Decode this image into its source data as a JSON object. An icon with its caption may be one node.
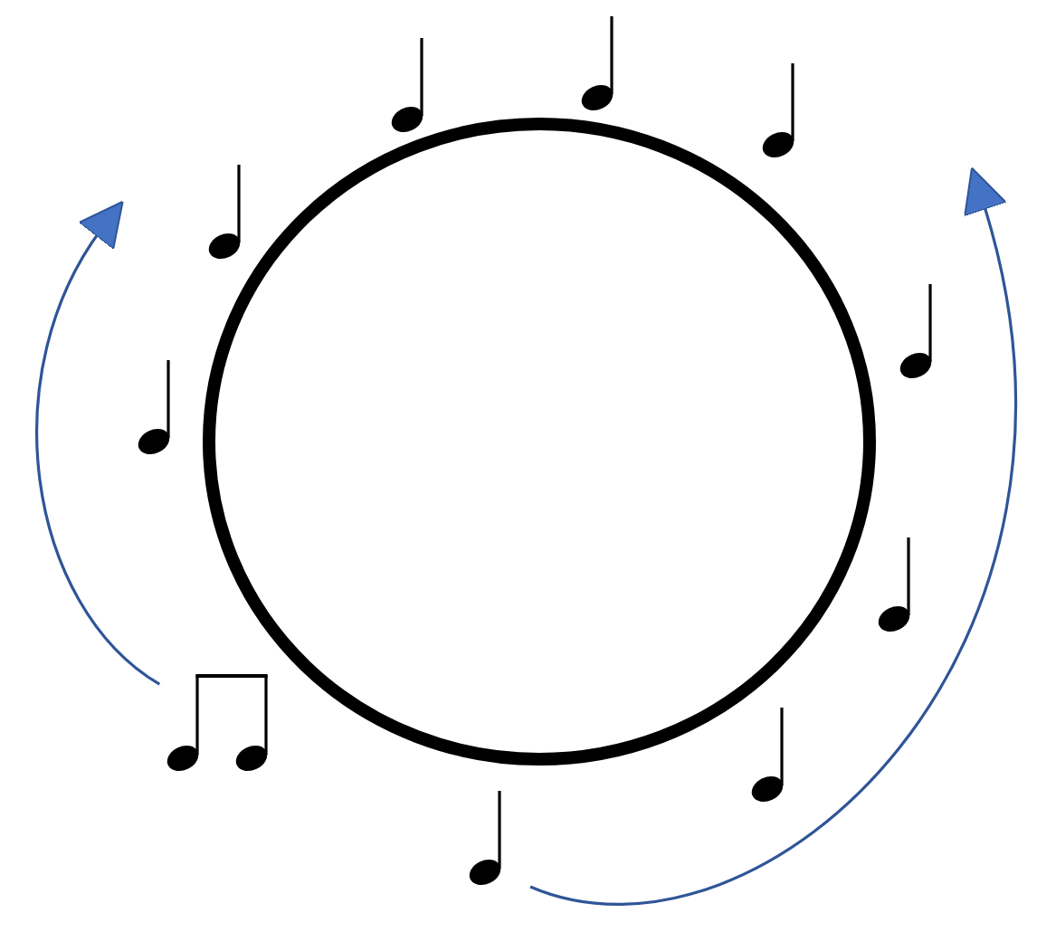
{
  "diagram": {
    "nodes": [
      {
        "text": [],
        "shape": "circle"
      },
      {
        "text": [],
        "shape": "picture"
      },
      {
        "text": [],
        "shape": "picture"
      }
    ],
    "edges": [
      {
        "from": 1,
        "to": null,
        "arrow": "to"
      },
      {
        "from": 2,
        "to": null,
        "arrow": "to"
      }
    ]
  }
}
